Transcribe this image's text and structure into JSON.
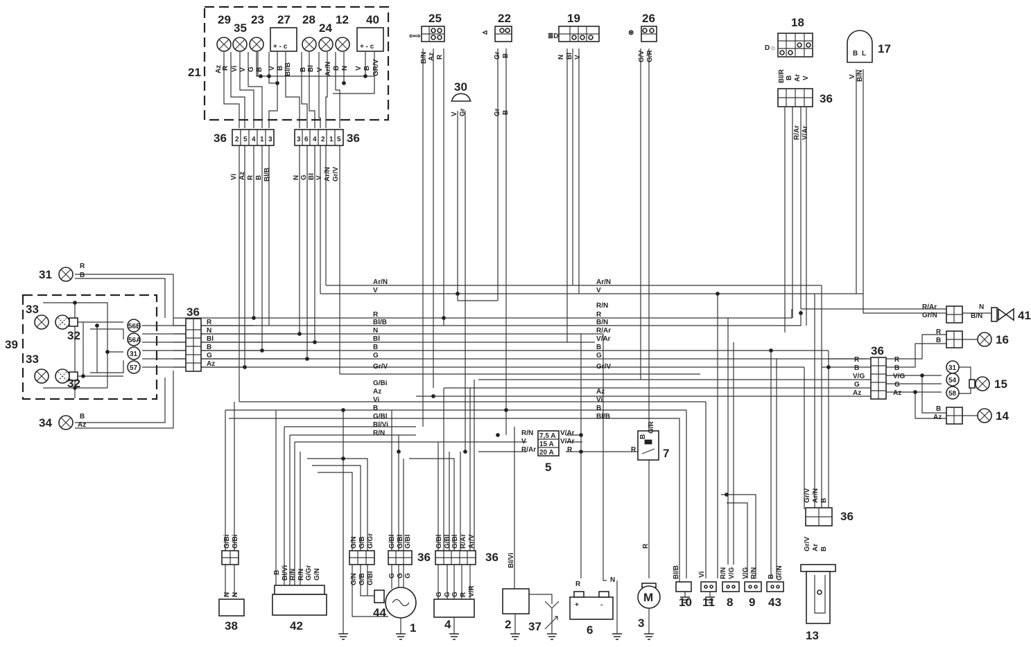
{
  "components": {
    "c1": "1",
    "c2": "2",
    "c3": "3",
    "c4": "4",
    "c5": "5",
    "c6": "6",
    "c7": "7",
    "c8": "8",
    "c9": "9",
    "c10": "10",
    "c11": "11",
    "c12": "12",
    "c13": "13",
    "c14": "14",
    "c15": "15",
    "c16": "16",
    "c17": "17",
    "c18": "18",
    "c19": "19",
    "c21": "21",
    "c22": "22",
    "c23": "23",
    "c24": "24",
    "c25": "25",
    "c26": "26",
    "c27": "27",
    "c28": "28",
    "c29": "29",
    "c30": "30",
    "c31": "31",
    "c32a": "32",
    "c32b": "32",
    "c33a": "33",
    "c33b": "33",
    "c34": "34",
    "c35": "35",
    "c36": "36",
    "c37": "37",
    "c38": "38",
    "c39": "39",
    "c40": "40",
    "c41": "41",
    "c42": "42",
    "c43": "43",
    "c44": "44"
  },
  "fuses": [
    "7,5 A",
    "15 A",
    "20 A"
  ],
  "pins_left": [
    "2",
    "5",
    "4",
    "1",
    "3"
  ],
  "pins_right": [
    "3",
    "6",
    "4",
    "2",
    "1",
    "5"
  ],
  "terminals": [
    "56B",
    "56A",
    "31",
    "57"
  ],
  "rear_terminals": [
    "31",
    "54",
    "58"
  ],
  "wires": {
    "top_left": [
      "Az",
      "R",
      "Vi",
      "V",
      "G",
      "B",
      "V",
      "B",
      "Bl/B"
    ],
    "top_right": [
      "B",
      "Bl",
      "V",
      "Ar/N",
      "B",
      "N",
      "V",
      "B",
      "GR/V"
    ],
    "under_left": [
      "Vi",
      "Az",
      "R",
      "B",
      "Bl/B"
    ],
    "under_right": [
      "N",
      "G",
      "Bl",
      "V",
      "Ar/N",
      "Gr/V"
    ],
    "w25": [
      "B/N",
      "Az",
      "R"
    ],
    "w22": [
      "Gr",
      "B"
    ],
    "w19": [
      "N",
      "Bl",
      "V"
    ],
    "w26": [
      "G/V",
      "G/R"
    ],
    "w30": [
      "V",
      "Gr"
    ],
    "w18": [
      "Bl/R",
      "B",
      "Ar",
      "V"
    ],
    "w17": [
      "V",
      "B/N"
    ],
    "w36r": [
      "R/Ar",
      "V/Ar"
    ],
    "harness_left": [
      "R",
      "N",
      "Bl",
      "B",
      "G",
      "Az"
    ],
    "trunk_a": [
      "Ar/N",
      "V",
      "R",
      "Bl/B",
      "N",
      "Bl",
      "B",
      "G",
      "Gr/V"
    ],
    "trunk_b": [
      "Ar/N",
      "V",
      "R/N",
      "R",
      "B/N",
      "R/Ar",
      "V/Ar",
      "B",
      "G",
      "Gr/V"
    ],
    "lower": [
      "G/Bi",
      "Az",
      "Vi",
      "B",
      "G/Bl",
      "Bl/Vi",
      "R/N"
    ],
    "lower_r": [
      "Az",
      "Vi",
      "B",
      "Bl/B"
    ],
    "fuse_left": [
      "R/N",
      "V",
      "R/Ar"
    ],
    "fuse_right": [
      "V/Ar",
      "V/Ar",
      "R"
    ],
    "rr_left": [
      "R",
      "B",
      "V/G",
      "G",
      "Az"
    ],
    "rr_right": [
      "R",
      "B",
      "V/G",
      "G",
      "Az"
    ],
    "c16w": [
      "R",
      "B"
    ],
    "c14w": [
      "B",
      "Az"
    ],
    "c41w": [
      "R/Ar",
      "Gr/N",
      "N",
      "B/N"
    ],
    "c31w": [
      "R",
      "B"
    ],
    "c34w": [
      "B",
      "Az"
    ],
    "c38": [
      "G/Bi",
      "G/Bi",
      "N",
      "N"
    ],
    "c42": [
      "B",
      "Bl/Vi",
      "R/N",
      "G/Gr",
      "G/N"
    ],
    "c44": [
      "G/N",
      "G/B",
      "G/Gr",
      "G/N",
      "G/B",
      "G/Bl"
    ],
    "c1": [
      "G/Bl",
      "G/Bl",
      "G/Bl",
      "G",
      "G",
      "G"
    ],
    "c4": [
      "G/Bl",
      "G/Bl",
      "G/Bl",
      "R/Ar",
      "Ar/V",
      "G",
      "G",
      "G",
      "R",
      "V/R"
    ],
    "c2": [
      "Bl/Vi"
    ],
    "c6": [
      "R",
      "N"
    ],
    "c3": [
      "R",
      "B",
      "G/R"
    ],
    "c7": [
      "R"
    ],
    "c10": [
      "Bl/B"
    ],
    "c11": [
      "Vi"
    ],
    "c8": [
      "R/N",
      "V/G"
    ],
    "c9": [
      "V/G",
      "R/N"
    ],
    "c43": [
      "B",
      "Gr/N"
    ],
    "c13": [
      "Gr/V",
      "Ar/N",
      "B",
      "Gr/V",
      "Ar",
      "B"
    ],
    "c17": [
      "B",
      "L"
    ],
    "c6t": [
      "+",
      "-"
    ],
    "c3m": "M",
    "c27t": "+ - c",
    "c40t": "+ - c"
  }
}
